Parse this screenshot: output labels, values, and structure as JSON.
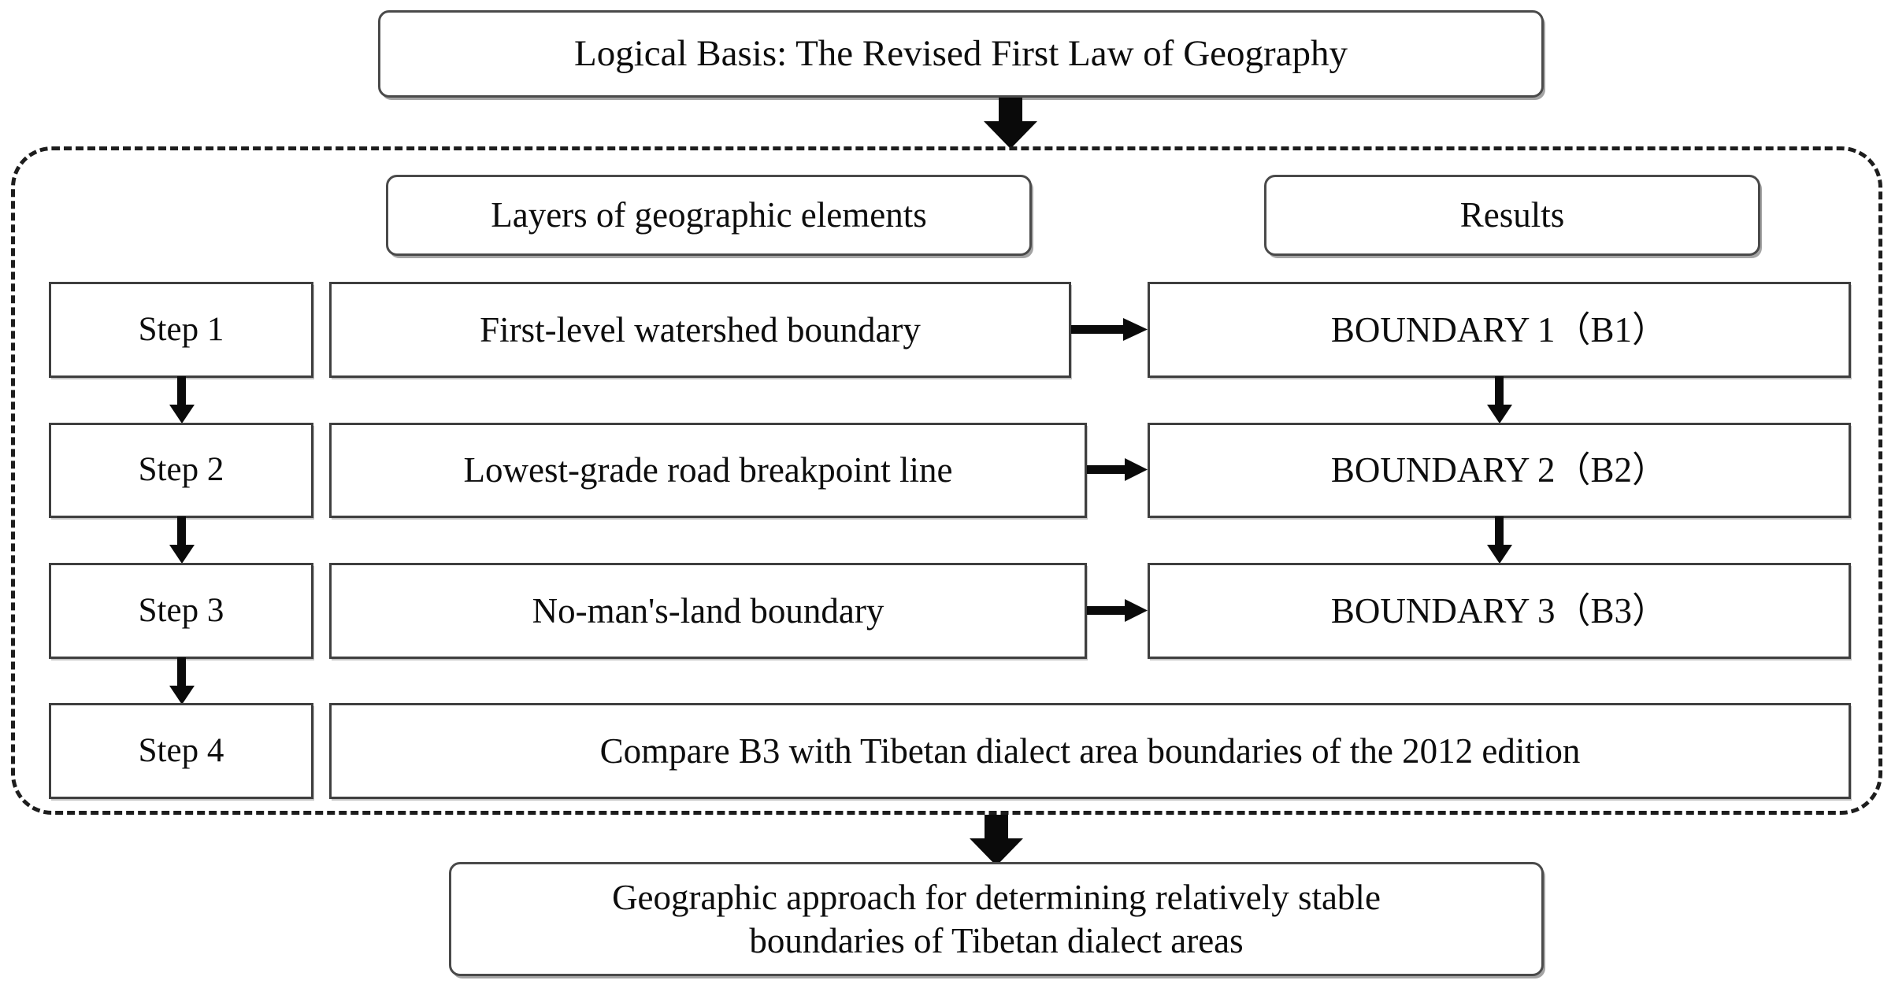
{
  "diagram": {
    "title_box": {
      "label": "Logical Basis: The Revised First Law of Geography"
    },
    "column_headers": {
      "left": "Layers of geographic elements",
      "right": "Results"
    },
    "rows": [
      {
        "step": "Step 1",
        "element": "First-level watershed boundary",
        "result": "BOUNDARY 1（B1）"
      },
      {
        "step": "Step 2",
        "element": "Lowest-grade road breakpoint line",
        "result": "BOUNDARY 2（B2）"
      },
      {
        "step": "Step 3",
        "element": "No-man's-land boundary",
        "result": "BOUNDARY 3（B3）"
      },
      {
        "step": "Step 4",
        "element": "Compare B3 with Tibetan dialect area boundaries of the 2012 edition",
        "result": ""
      }
    ],
    "conclusion_box": {
      "line1": "Geographic approach for determining relatively stable",
      "line2": "boundaries of Tibetan dialect areas"
    },
    "colors": {
      "stroke": "#3a3a3a",
      "arrow": "#0a0a0a",
      "dashed_border": "#1d1d1d",
      "background": "#ffffff",
      "text": "#0d0d0d"
    }
  }
}
